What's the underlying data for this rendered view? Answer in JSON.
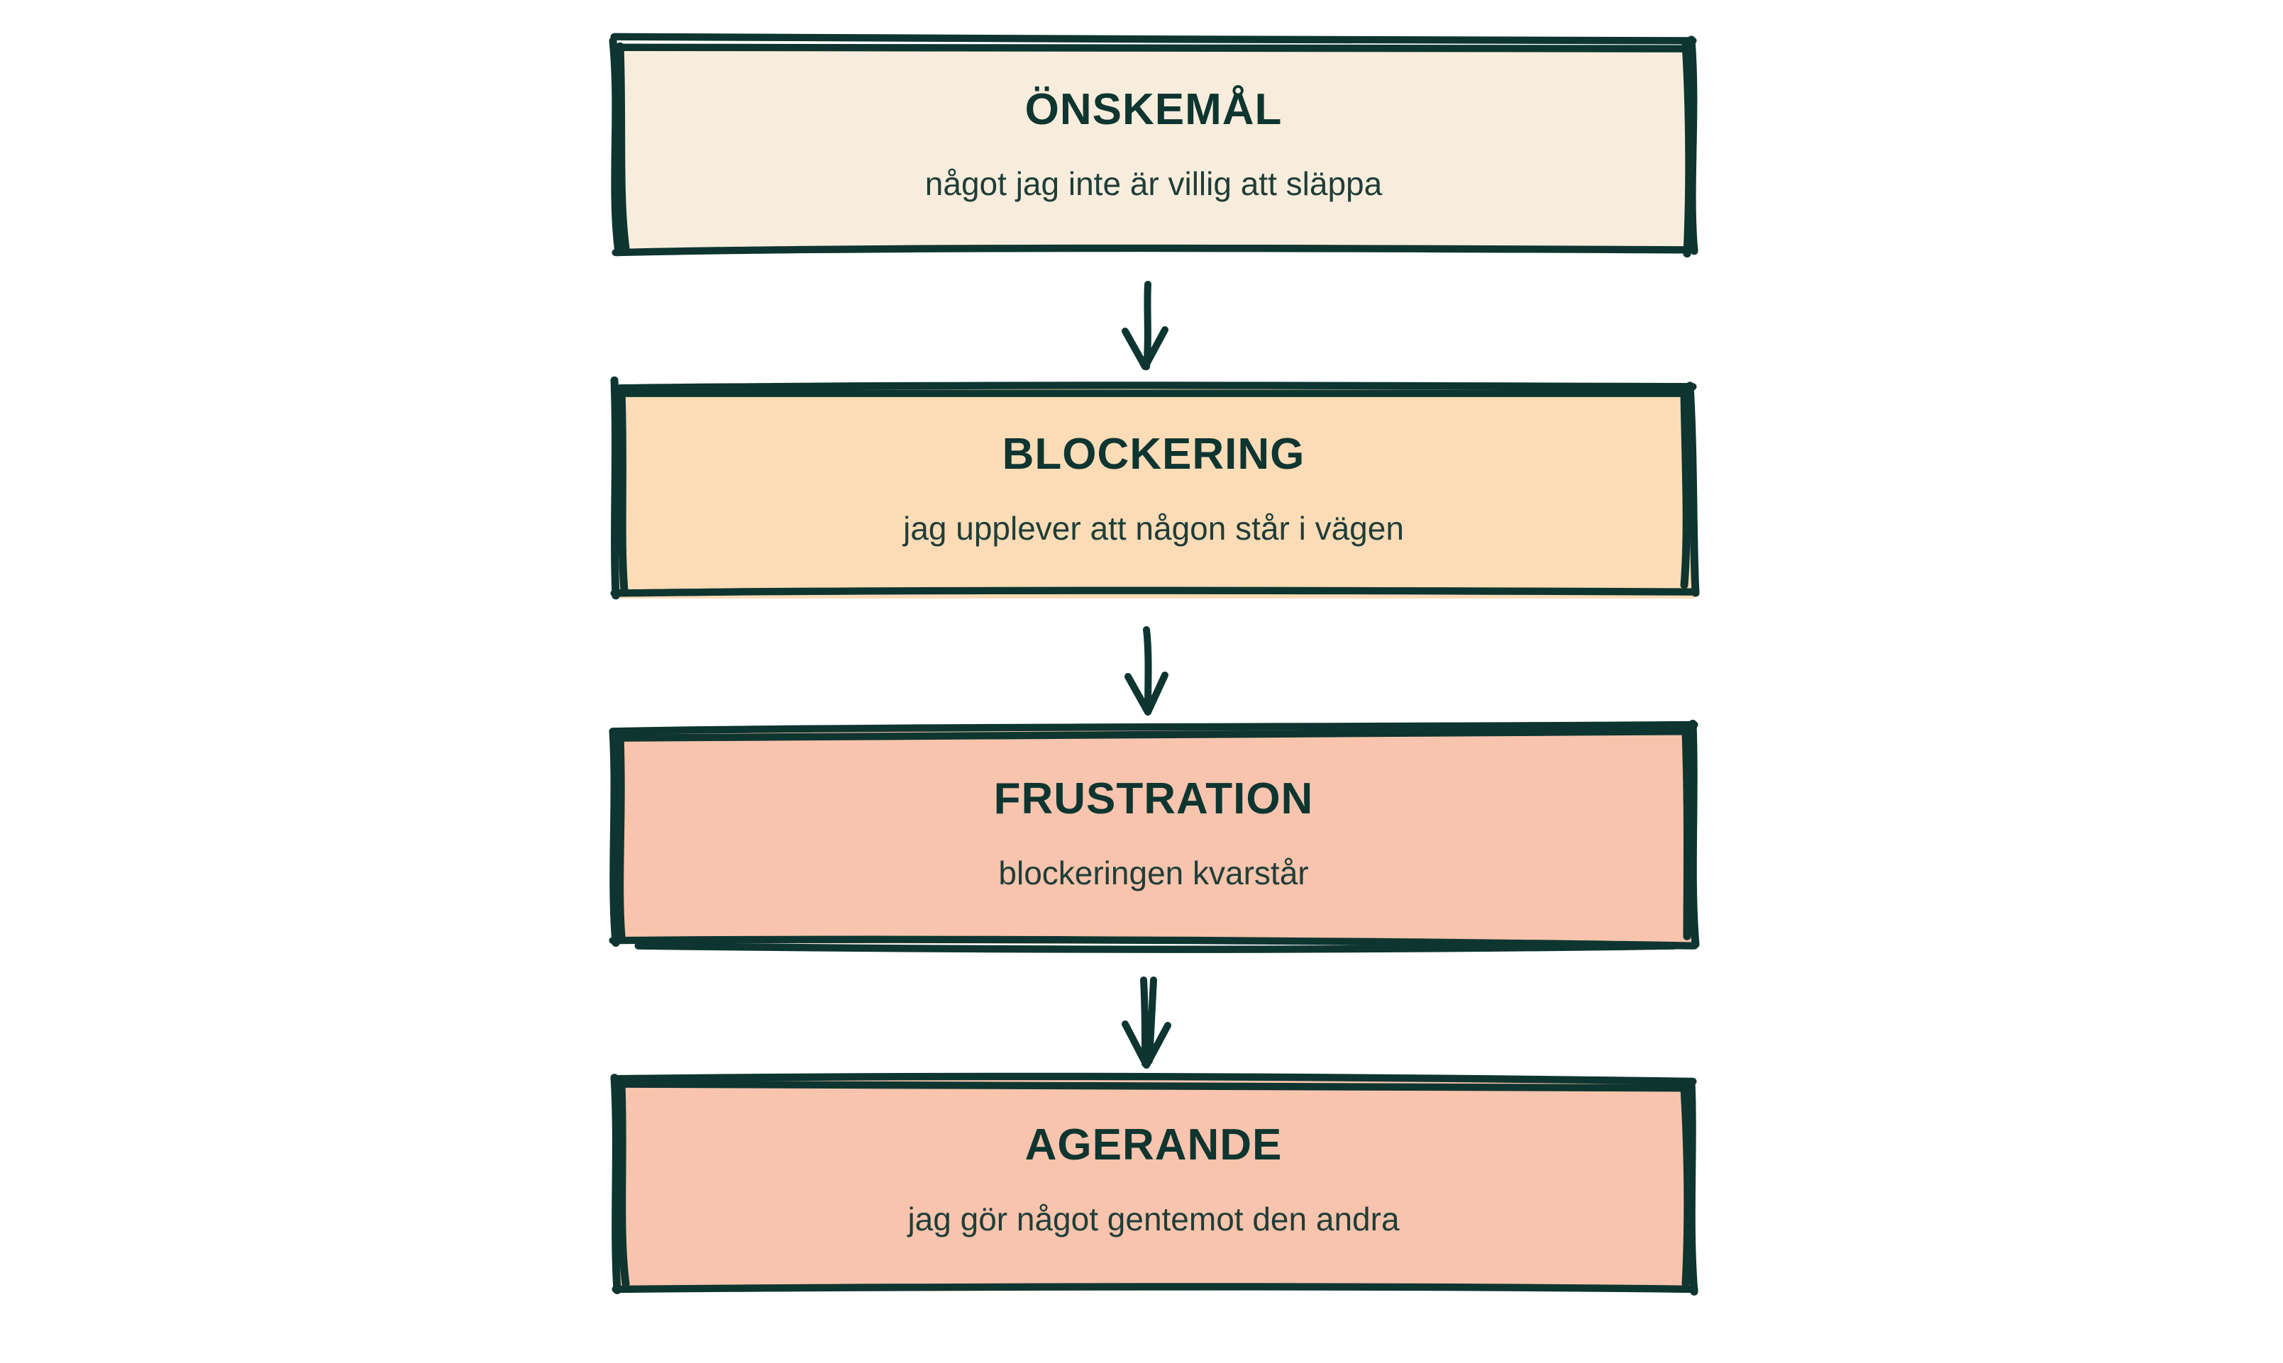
{
  "diagram": {
    "type": "vertical-flow",
    "steps": [
      {
        "title": "ÖNSKEMÅL",
        "subtitle": "något jag inte är villig att släppa",
        "fill": "#f8eddc"
      },
      {
        "title": "BLOCKERING",
        "subtitle": "jag upplever att någon står i vägen",
        "fill": "#fcdcb7"
      },
      {
        "title": "FRUSTRATION",
        "subtitle": "blockeringen kvarstår",
        "fill": "#f8c4ad"
      },
      {
        "title": "AGERANDE",
        "subtitle": "jag gör något gentemot den andra",
        "fill": "#f8c4ad"
      }
    ],
    "connector": "arrow-down",
    "stroke_color": "#0e3530"
  }
}
